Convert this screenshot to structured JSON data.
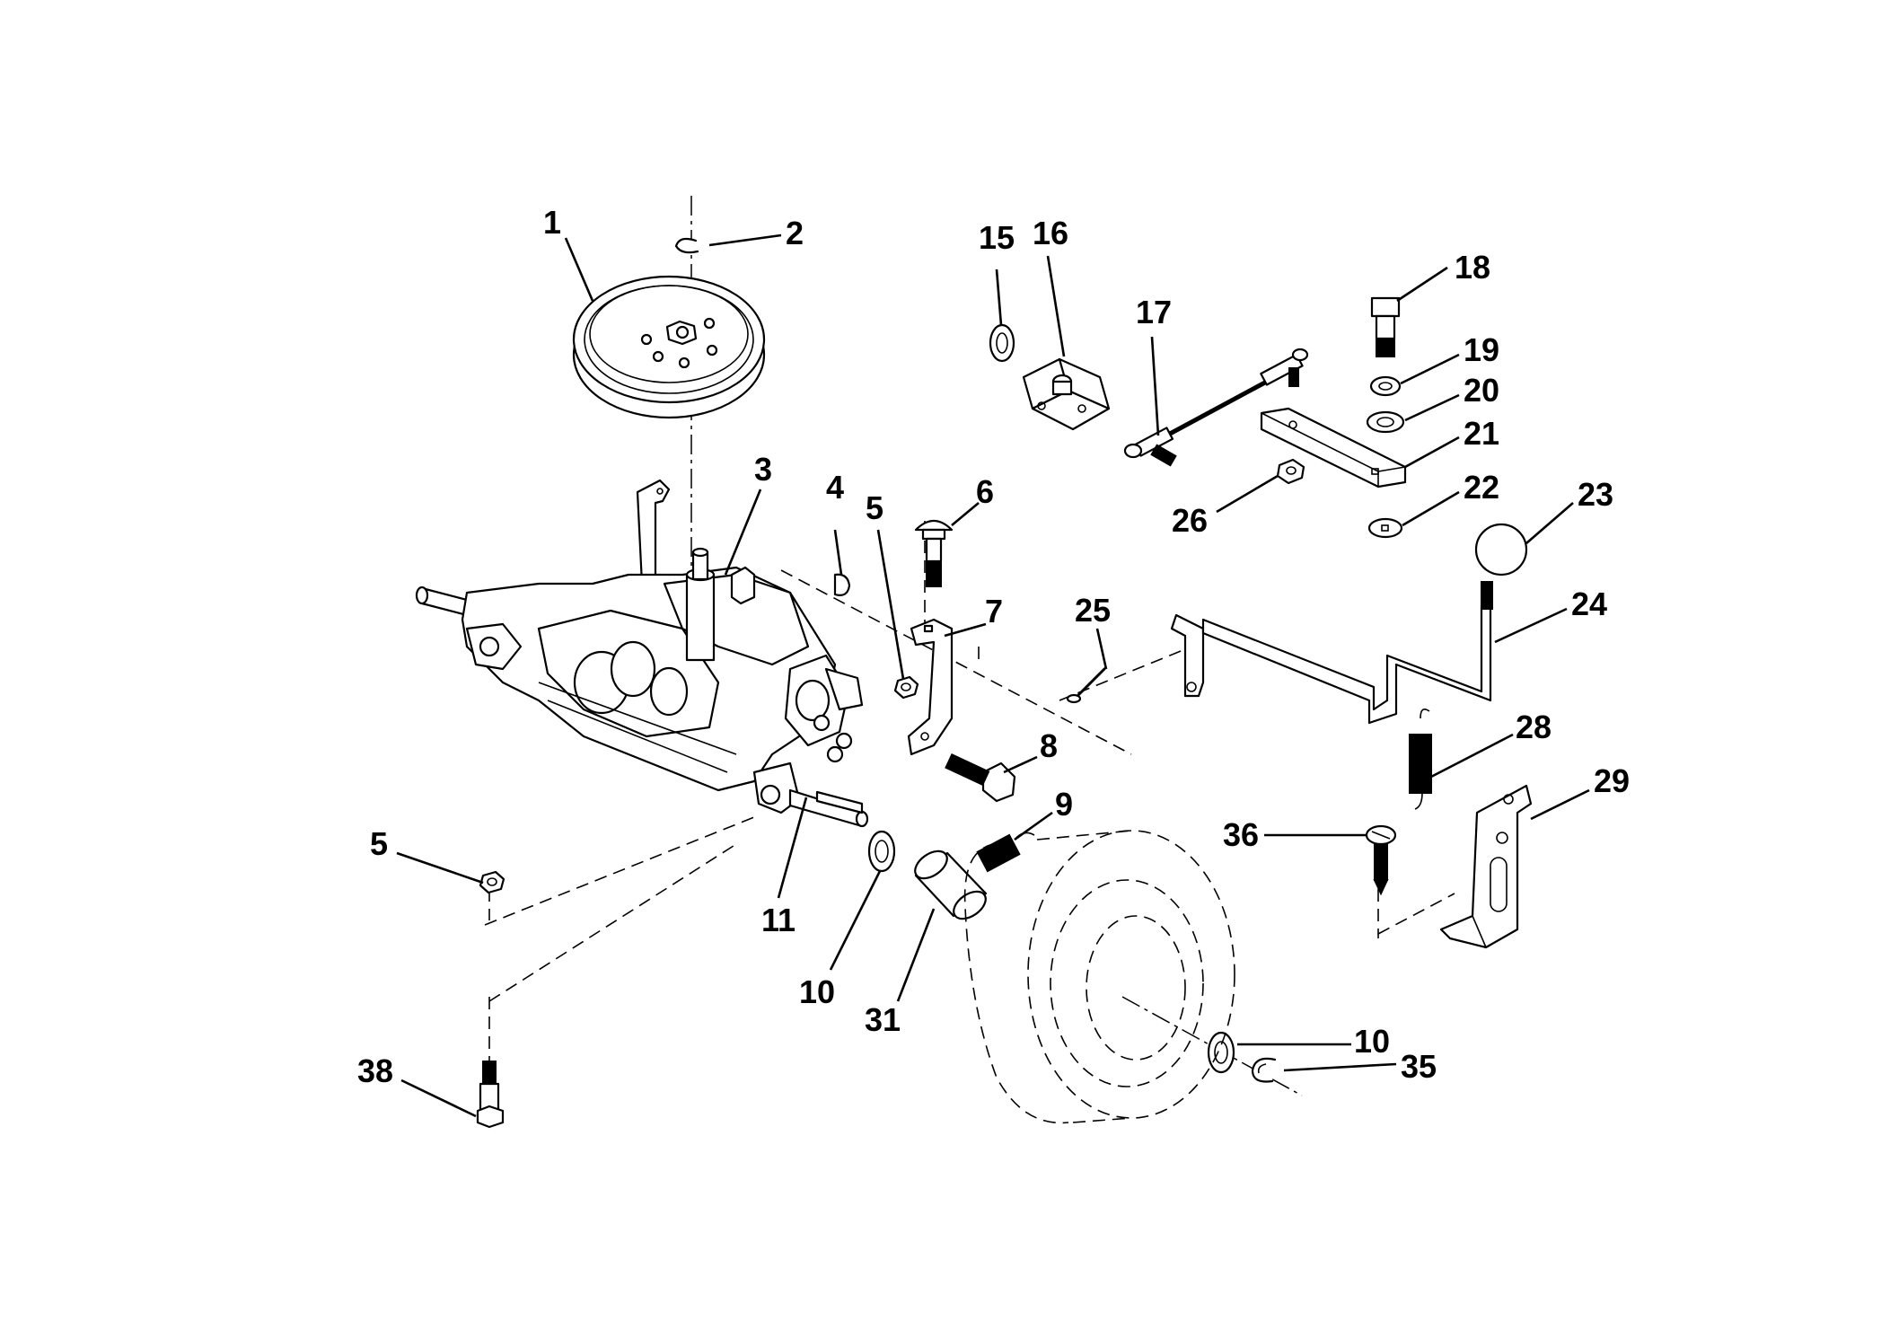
{
  "diagram": {
    "type": "exploded parts diagram",
    "callouts": [
      {
        "key": "c1",
        "label": "1"
      },
      {
        "key": "c2",
        "label": "2"
      },
      {
        "key": "c3",
        "label": "3"
      },
      {
        "key": "c4",
        "label": "4"
      },
      {
        "key": "c5a",
        "label": "5"
      },
      {
        "key": "c5b",
        "label": "5"
      },
      {
        "key": "c6",
        "label": "6"
      },
      {
        "key": "c7",
        "label": "7"
      },
      {
        "key": "c8",
        "label": "8"
      },
      {
        "key": "c9",
        "label": "9"
      },
      {
        "key": "c10a",
        "label": "10"
      },
      {
        "key": "c10b",
        "label": "10"
      },
      {
        "key": "c11",
        "label": "11"
      },
      {
        "key": "c15",
        "label": "15"
      },
      {
        "key": "c16",
        "label": "16"
      },
      {
        "key": "c17",
        "label": "17"
      },
      {
        "key": "c18",
        "label": "18"
      },
      {
        "key": "c19",
        "label": "19"
      },
      {
        "key": "c20",
        "label": "20"
      },
      {
        "key": "c21",
        "label": "21"
      },
      {
        "key": "c22",
        "label": "22"
      },
      {
        "key": "c23",
        "label": "23"
      },
      {
        "key": "c24",
        "label": "24"
      },
      {
        "key": "c25",
        "label": "25"
      },
      {
        "key": "c26",
        "label": "26"
      },
      {
        "key": "c28",
        "label": "28"
      },
      {
        "key": "c29",
        "label": "29"
      },
      {
        "key": "c31",
        "label": "31"
      },
      {
        "key": "c35",
        "label": "35"
      },
      {
        "key": "c36",
        "label": "36"
      },
      {
        "key": "c38",
        "label": "38"
      }
    ]
  }
}
